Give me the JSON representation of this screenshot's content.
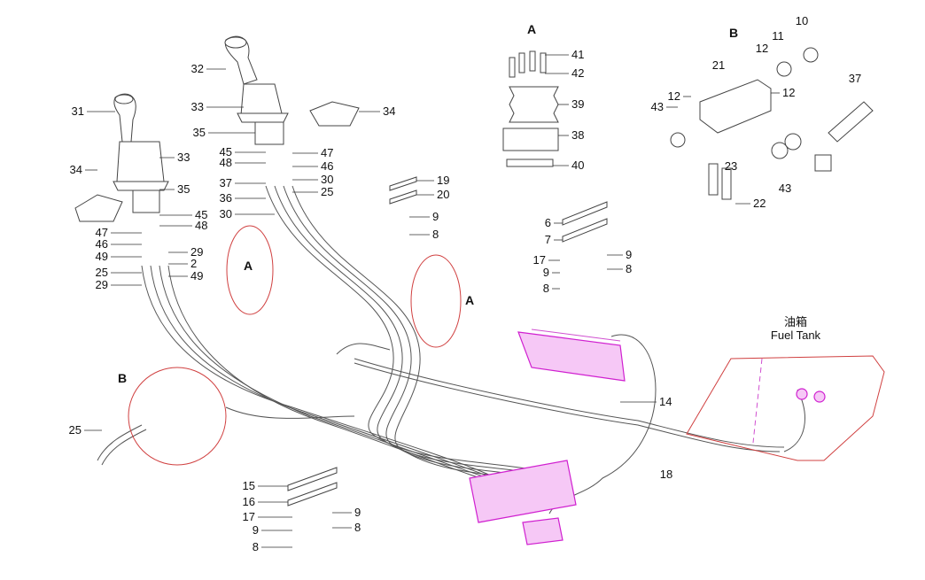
{
  "diagram": {
    "section_labels": {
      "detail_a_top": "A",
      "detail_b_top": "B",
      "detail_a_left": "A",
      "detail_a_mid": "A",
      "detail_b_left": "B"
    },
    "fuel_tank": {
      "chinese": "油箱",
      "english": "Fuel Tank"
    },
    "callouts": [
      "31",
      "33",
      "34",
      "35",
      "45",
      "48",
      "47",
      "46",
      "49",
      "29",
      "2",
      "25",
      "49",
      "29",
      "32",
      "33",
      "34",
      "35",
      "45",
      "48",
      "47",
      "46",
      "30",
      "25",
      "37",
      "36",
      "30",
      "41",
      "42",
      "39",
      "38",
      "40",
      "21",
      "10",
      "11",
      "12",
      "12",
      "12",
      "37",
      "43",
      "23",
      "43",
      "22",
      "19",
      "20",
      "9",
      "8",
      "6",
      "7",
      "17",
      "9",
      "8",
      "9",
      "8",
      "14",
      "18",
      "25",
      "15",
      "16",
      "17",
      "9",
      "8",
      "9",
      "8"
    ],
    "colors": {
      "valve": "#d020d0",
      "detail_circle": "#d04040"
    }
  }
}
